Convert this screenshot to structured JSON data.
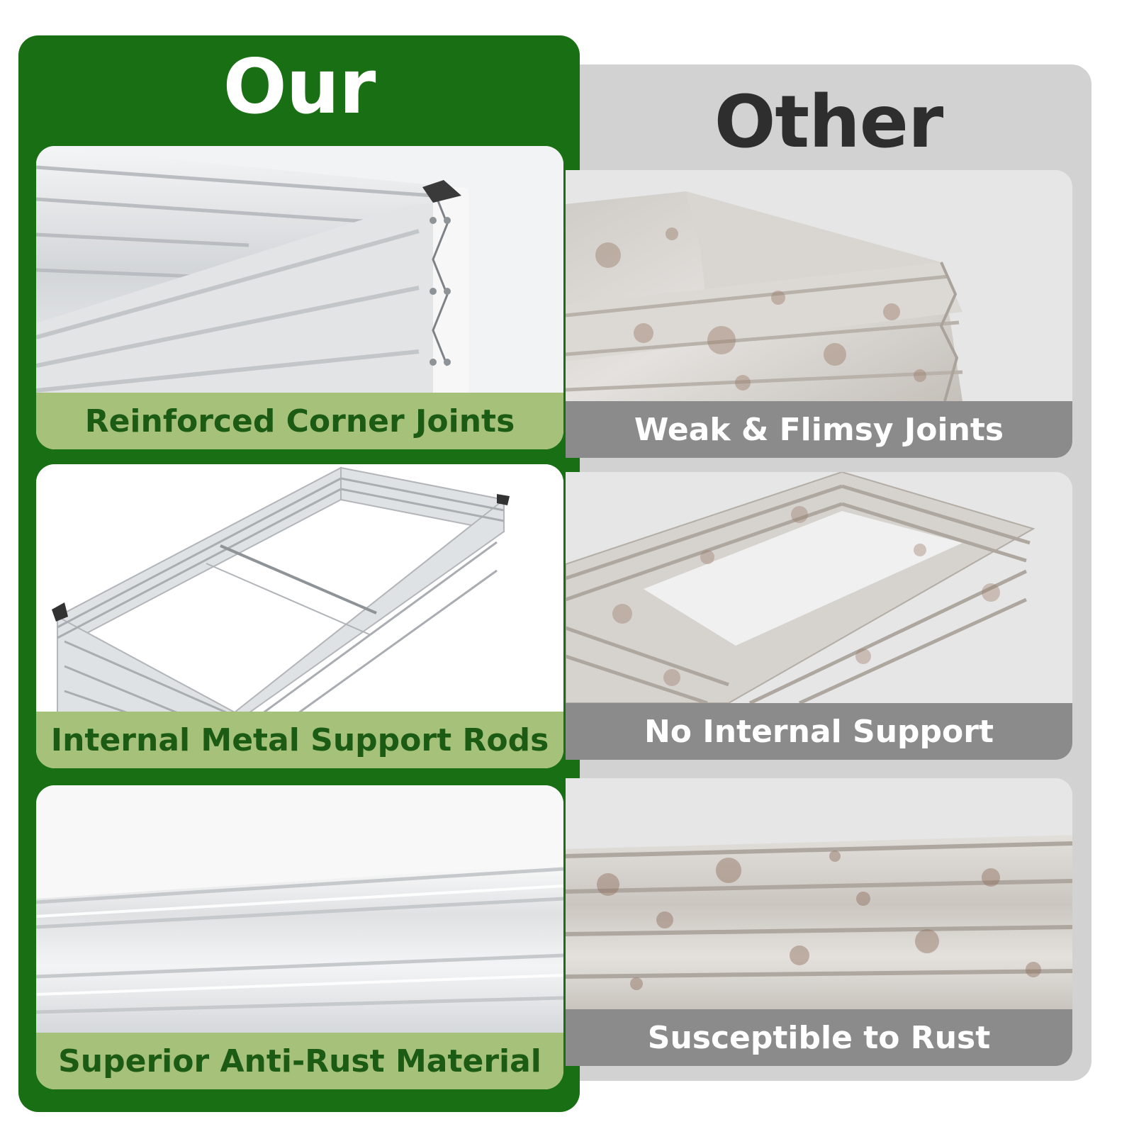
{
  "our": {
    "heading": "Our",
    "features": [
      {
        "caption": "Reinforced Corner Joints",
        "photo": "corner-joint-photo"
      },
      {
        "caption": "Internal Metal Support Rods",
        "photo": "raised-bed-with-rods-photo"
      },
      {
        "caption": "Superior Anti-Rust Material",
        "photo": "galvanized-panel-photo"
      }
    ]
  },
  "other": {
    "heading": "Other",
    "features": [
      {
        "caption": "Weak & Flimsy Joints",
        "photo": "rusty-corner-photo"
      },
      {
        "caption": "No Internal Support",
        "photo": "rusty-bed-frame-photo"
      },
      {
        "caption": "Susceptible to Rust",
        "photo": "rusty-panel-photo"
      }
    ]
  },
  "colors": {
    "our_panel": "#196f13",
    "our_caption_bg": "#a6c17a",
    "our_caption_text": "#1b5b13",
    "other_panel": "#d2d2d2",
    "other_caption_bg": "#8b8b8b",
    "other_heading": "#2e2e2e"
  }
}
